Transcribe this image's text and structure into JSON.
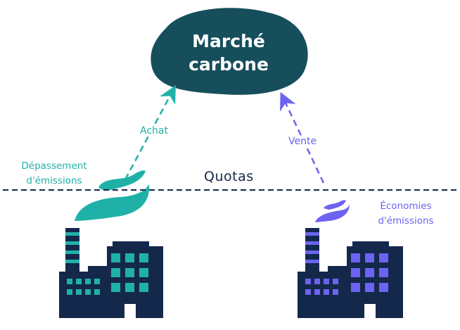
{
  "market": {
    "line1": "Marché",
    "line2": "carbone"
  },
  "arrows": {
    "buy": "Achat",
    "sell": "Vente"
  },
  "threshold": {
    "label": "Quotas"
  },
  "left_factory": {
    "note_line1": "Dépassement",
    "note_line2": "d'émissions"
  },
  "right_factory": {
    "note_line1": "Économies",
    "note_line2": "d'émissions"
  },
  "colors": {
    "market": "#164e5c",
    "teal": "#1fb1a8",
    "purple": "#6c63f0",
    "navy": "#14284b"
  }
}
